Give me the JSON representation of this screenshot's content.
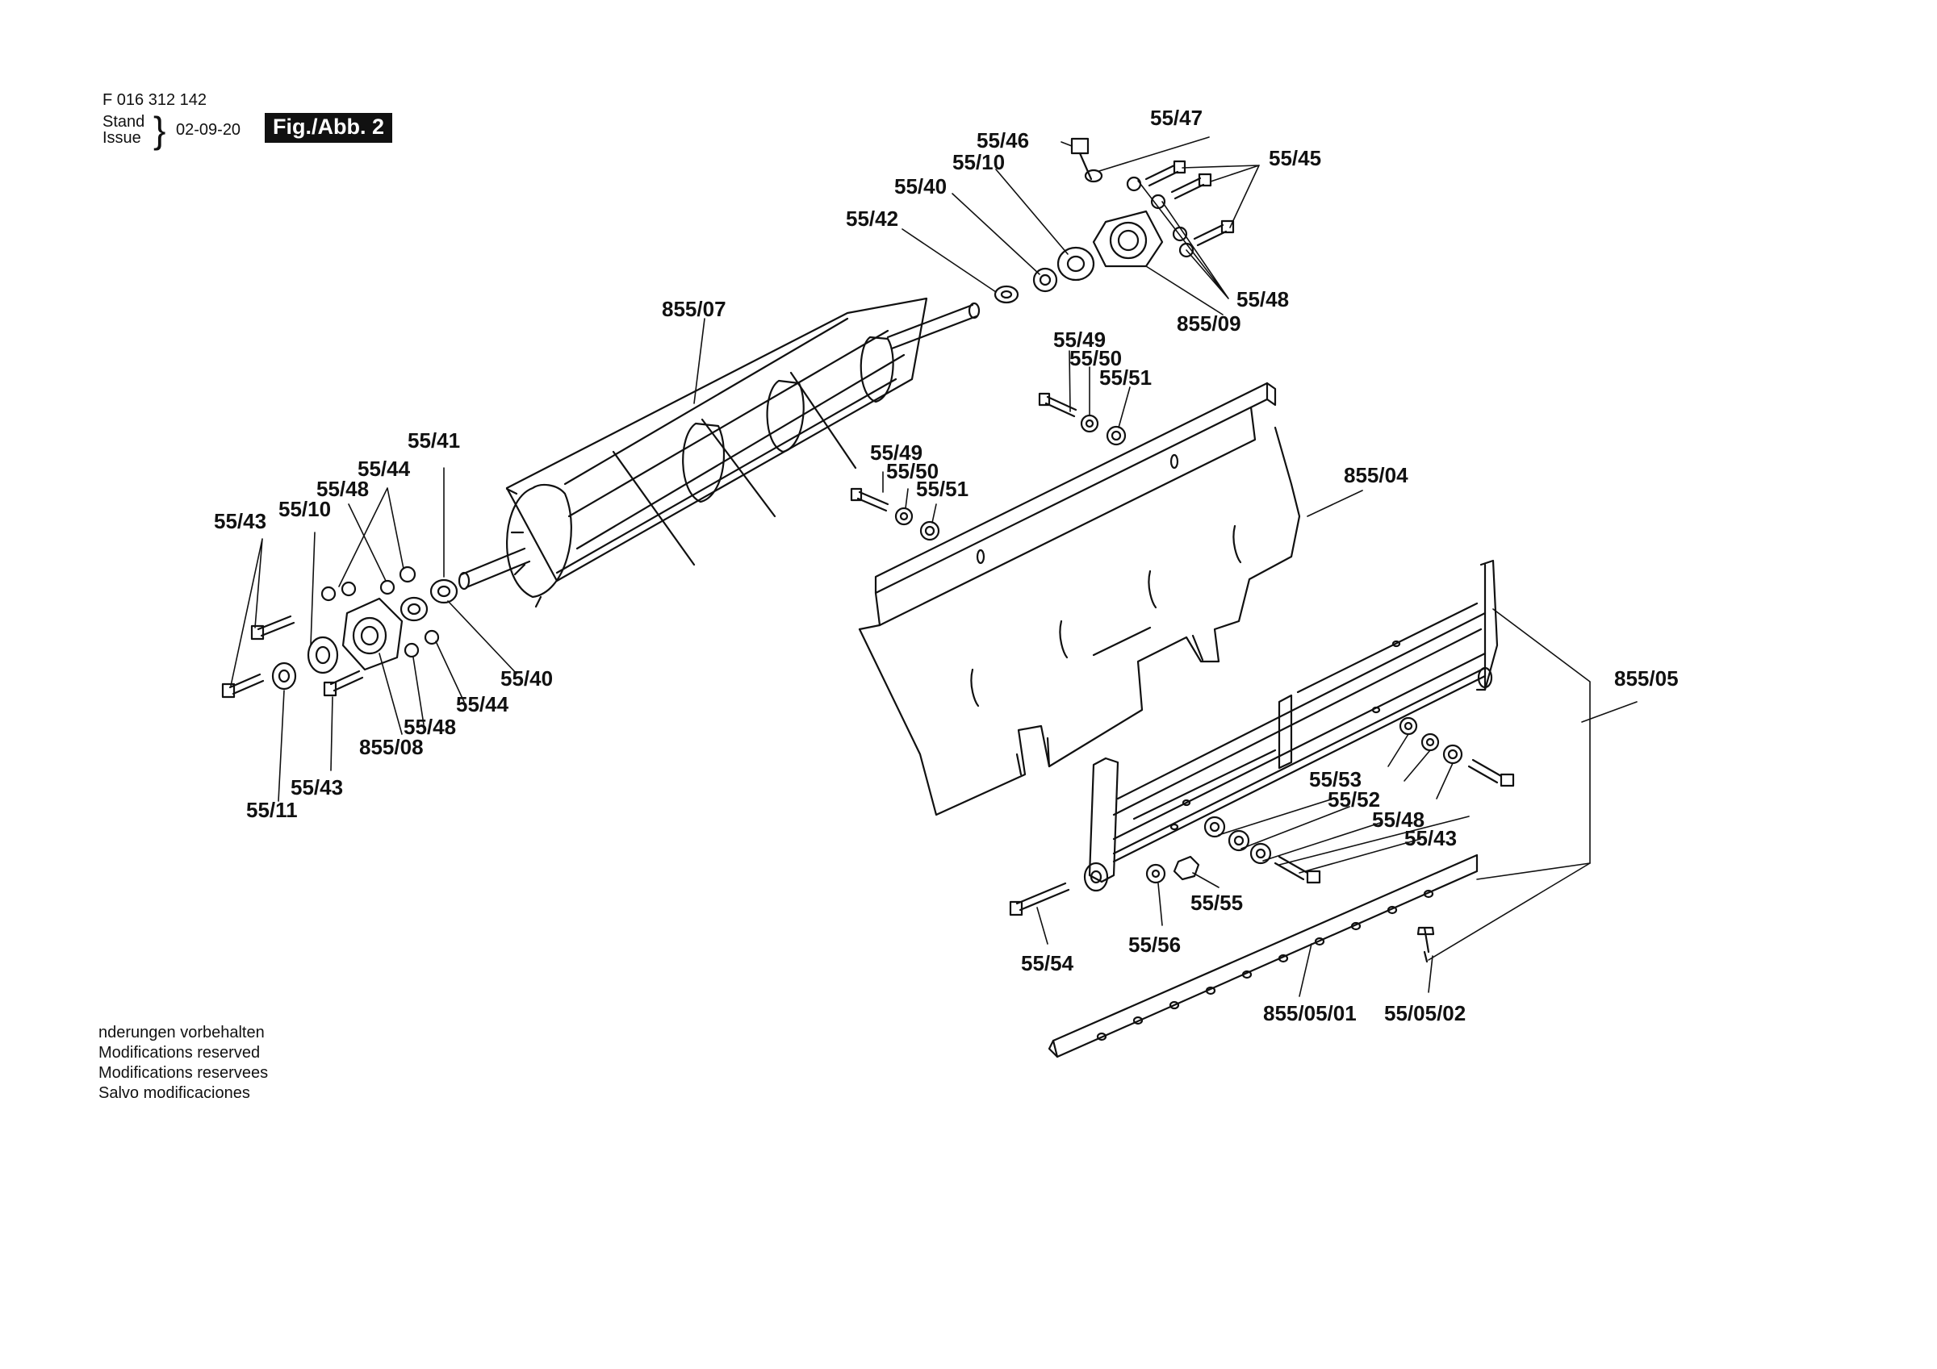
{
  "header": {
    "part_number": "F 016 312 142",
    "stand_label": "Stand",
    "issue_label": "Issue",
    "date": "02-09-20",
    "figure_label": "Fig./Abb. 2"
  },
  "notes": [
    "nderungen vorbehalten",
    "Modifications reserved",
    "Modifications reservees",
    "Salvo modificaciones"
  ],
  "callouts": [
    {
      "id": "c1",
      "text": "55/47"
    },
    {
      "id": "c2",
      "text": "55/46"
    },
    {
      "id": "c3",
      "text": "55/10"
    },
    {
      "id": "c4",
      "text": "55/45"
    },
    {
      "id": "c5",
      "text": "55/40"
    },
    {
      "id": "c6",
      "text": "55/42"
    },
    {
      "id": "c7",
      "text": "55/48"
    },
    {
      "id": "c8",
      "text": "855/09"
    },
    {
      "id": "c9",
      "text": "855/07"
    },
    {
      "id": "c10",
      "text": "55/49"
    },
    {
      "id": "c11",
      "text": "55/50"
    },
    {
      "id": "c12",
      "text": "55/51"
    },
    {
      "id": "c13",
      "text": "55/41"
    },
    {
      "id": "c14",
      "text": "55/44"
    },
    {
      "id": "c15",
      "text": "55/48"
    },
    {
      "id": "c16",
      "text": "55/10"
    },
    {
      "id": "c17",
      "text": "55/43"
    },
    {
      "id": "c18",
      "text": "55/49"
    },
    {
      "id": "c19",
      "text": "55/50"
    },
    {
      "id": "c20",
      "text": "55/51"
    },
    {
      "id": "c21",
      "text": "855/04"
    },
    {
      "id": "c22",
      "text": "55/40"
    },
    {
      "id": "c23",
      "text": "55/44"
    },
    {
      "id": "c24",
      "text": "55/48"
    },
    {
      "id": "c25",
      "text": "855/08"
    },
    {
      "id": "c26",
      "text": "55/43"
    },
    {
      "id": "c27",
      "text": "55/11"
    },
    {
      "id": "c28",
      "text": "855/05"
    },
    {
      "id": "c29",
      "text": "55/53"
    },
    {
      "id": "c30",
      "text": "55/52"
    },
    {
      "id": "c31",
      "text": "55/48"
    },
    {
      "id": "c32",
      "text": "55/43"
    },
    {
      "id": "c33",
      "text": "55/55"
    },
    {
      "id": "c34",
      "text": "55/56"
    },
    {
      "id": "c35",
      "text": "55/54"
    },
    {
      "id": "c36",
      "text": "855/05/01"
    },
    {
      "id": "c37",
      "text": "55/05/02"
    }
  ]
}
